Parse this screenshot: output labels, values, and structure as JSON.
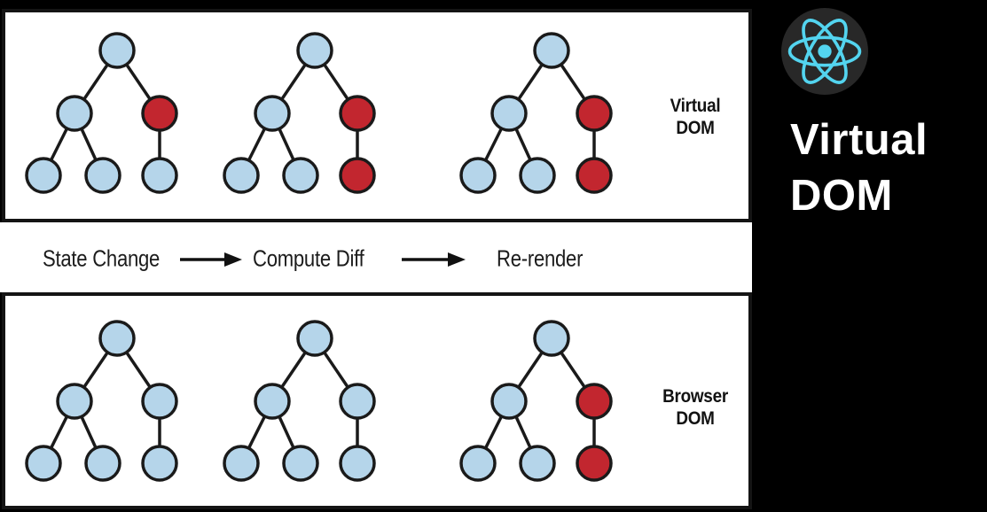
{
  "colors": {
    "canvas_bg": "#000000",
    "panel_bg": "#ffffff",
    "panel_border": "#141414",
    "node_blue": "#b5d5ea",
    "node_red": "#c2262f",
    "node_outline": "#1a1a1a",
    "react_cyan": "#53d4ef",
    "logo_circle_bg": "#282828",
    "sidebar_text": "#ffffff"
  },
  "sidebar": {
    "title_line1": "Virtual",
    "title_line2": "DOM",
    "logo_icon": "react-logo"
  },
  "panels": {
    "virtual": {
      "label_line1": "Virtual",
      "label_line2": "DOM"
    },
    "browser": {
      "label_line1": "Browser",
      "label_line2": "DOM"
    }
  },
  "process": {
    "steps": [
      "State Change",
      "Compute Diff",
      "Re-render"
    ]
  },
  "diagram": {
    "node_order": [
      "root",
      "left-child",
      "right-child",
      "left-grandchild-1",
      "left-grandchild-2",
      "right-grandchild"
    ],
    "virtual_dom_trees": [
      [
        "blue",
        "blue",
        "red",
        "blue",
        "blue",
        "blue"
      ],
      [
        "blue",
        "blue",
        "red",
        "blue",
        "blue",
        "red"
      ],
      [
        "blue",
        "blue",
        "red",
        "blue",
        "blue",
        "red"
      ]
    ],
    "browser_dom_trees": [
      [
        "blue",
        "blue",
        "blue",
        "blue",
        "blue",
        "blue"
      ],
      [
        "blue",
        "blue",
        "blue",
        "blue",
        "blue",
        "blue"
      ],
      [
        "blue",
        "blue",
        "red",
        "blue",
        "blue",
        "red"
      ]
    ]
  }
}
